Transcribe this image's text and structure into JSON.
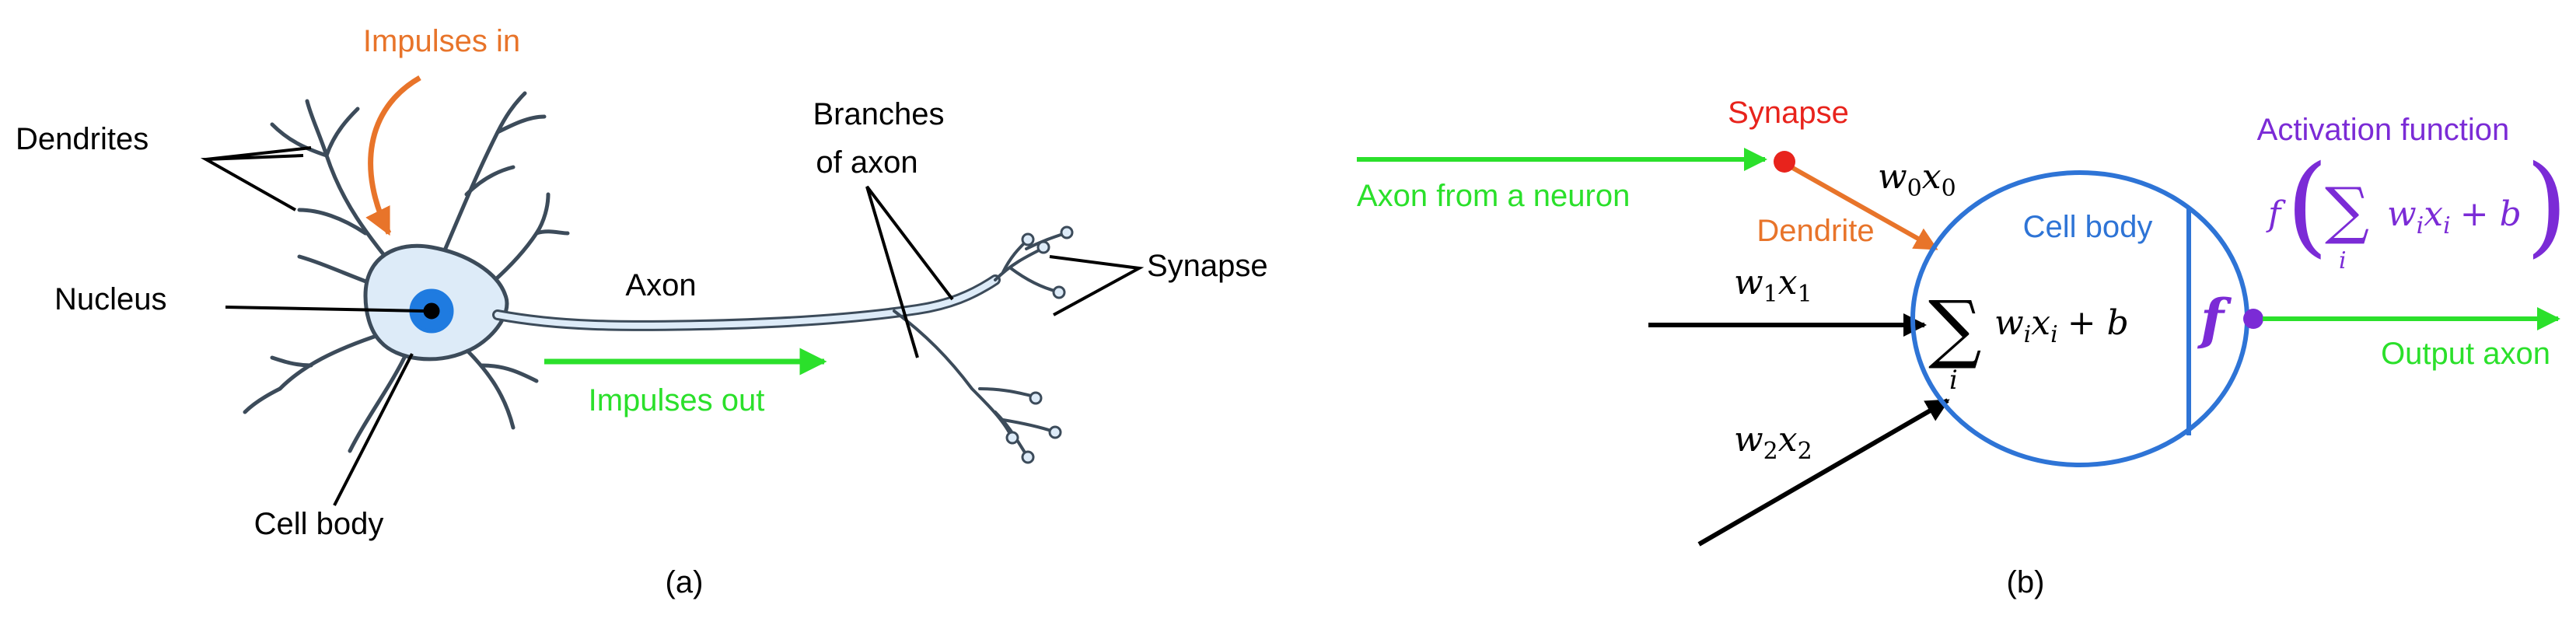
{
  "panel_a": {
    "caption": "(a)",
    "labels": {
      "impulses_in": "Impulses in",
      "dendrites": "Dendrites",
      "nucleus": "Nucleus",
      "cell_body": "Cell body",
      "axon": "Axon",
      "impulses_out": "Impulses out",
      "branches_line1": "Branches",
      "branches_line2": "of axon",
      "synapse": "Synapse"
    }
  },
  "panel_b": {
    "caption": "(b)",
    "labels": {
      "synapse": "Synapse",
      "axon_from_neuron": "Axon from a neuron",
      "dendrite": "Dendrite",
      "cell_body": "Cell body",
      "activation_function": "Activation function",
      "output_axon": "Output axon"
    },
    "math": {
      "w": "w",
      "x": "x",
      "i": "i",
      "sub0": "0",
      "sub1": "1",
      "sub2": "2",
      "sigma": "∑",
      "plus_b": "+ b",
      "f": "f",
      "paren_open": "(",
      "paren_close": ")"
    }
  },
  "colors": {
    "orange": "#E8742A",
    "green": "#2BE02B",
    "red": "#E8231C",
    "blue": "#2E74D6",
    "purple": "#7B2BD6",
    "black": "#000000",
    "cell_fill": "#DDEBF8",
    "cell_stroke": "#3C4B5A",
    "nucleus_blue": "#1F7BE0"
  }
}
